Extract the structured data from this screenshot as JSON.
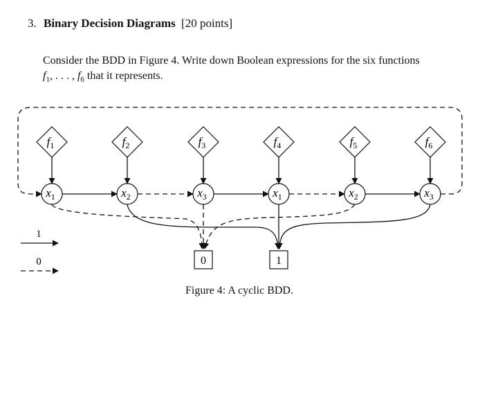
{
  "problem": {
    "number": "3.",
    "title": "Binary Decision Diagrams",
    "points": "[20 points]",
    "prompt_line1": "Consider the BDD in Figure 4. Write down Boolean expressions for the six functions",
    "prompt_line2_prefix_f": "f",
    "prompt_line2_sub1": "1",
    "prompt_line2_ellipsis": ", . . . , ",
    "prompt_line2_sub6": "6",
    "prompt_line2_suffix": " that it represents."
  },
  "figure": {
    "caption": "Figure 4: A cyclic BDD.",
    "functions": [
      {
        "label": "f",
        "sub": "1"
      },
      {
        "label": "f",
        "sub": "2"
      },
      {
        "label": "f",
        "sub": "3"
      },
      {
        "label": "f",
        "sub": "4"
      },
      {
        "label": "f",
        "sub": "5"
      },
      {
        "label": "f",
        "sub": "6"
      }
    ],
    "nodes": [
      {
        "var": "x",
        "sub": "1"
      },
      {
        "var": "x",
        "sub": "2"
      },
      {
        "var": "x",
        "sub": "3"
      },
      {
        "var": "x",
        "sub": "1"
      },
      {
        "var": "x",
        "sub": "2"
      },
      {
        "var": "x",
        "sub": "3"
      }
    ],
    "terminals": [
      "0",
      "1"
    ],
    "legend": {
      "one_label": "1",
      "zero_label": "0"
    },
    "edges": [
      {
        "from": "n1",
        "to": "n2",
        "type": "1"
      },
      {
        "from": "n1",
        "to": "0",
        "type": "0"
      },
      {
        "from": "n2",
        "to": "n3",
        "type": "0"
      },
      {
        "from": "n2",
        "to": "1",
        "type": "1"
      },
      {
        "from": "n3",
        "to": "n4",
        "type": "1"
      },
      {
        "from": "n3",
        "to": "0",
        "type": "0"
      },
      {
        "from": "n4",
        "to": "n5",
        "type": "0"
      },
      {
        "from": "n4",
        "to": "1",
        "type": "1"
      },
      {
        "from": "n5",
        "to": "n6",
        "type": "1"
      },
      {
        "from": "n5",
        "to": "0",
        "type": "0"
      },
      {
        "from": "n6",
        "to": "n1",
        "type": "0"
      },
      {
        "from": "n6",
        "to": "1",
        "type": "1"
      }
    ]
  }
}
